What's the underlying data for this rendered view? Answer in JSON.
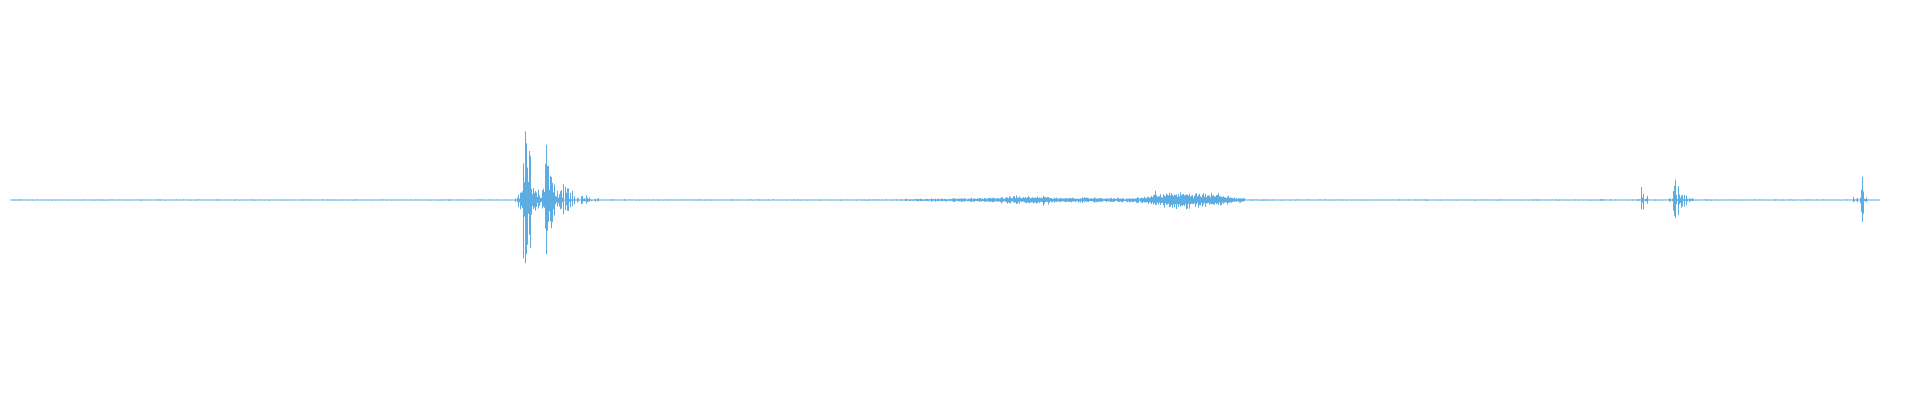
{
  "waveform": {
    "color": "#5dade2",
    "background": "#ffffff",
    "bursts": [
      {
        "t": 0.275,
        "peak": 0.95,
        "spread": 0.004,
        "density": 0.9
      },
      {
        "t": 0.286,
        "peak": 0.72,
        "spread": 0.003,
        "density": 0.8
      },
      {
        "t": 0.295,
        "peak": 0.18,
        "spread": 0.008,
        "density": 0.6
      },
      {
        "t": 0.55,
        "peak": 0.05,
        "spread": 0.02,
        "density": 0.5
      },
      {
        "t": 0.612,
        "peak": 0.07,
        "spread": 0.01,
        "density": 0.6
      },
      {
        "t": 0.625,
        "peak": 0.1,
        "spread": 0.008,
        "density": 0.6
      },
      {
        "t": 0.851,
        "peak": 0.08,
        "spread": 0.001,
        "density": 0.5
      },
      {
        "t": 0.872,
        "peak": 0.12,
        "spread": 0.003,
        "density": 0.6
      },
      {
        "t": 0.89,
        "peak": 0.35,
        "spread": 0.003,
        "density": 0.7
      },
      {
        "t": 0.986,
        "peak": 0.12,
        "spread": 0.001,
        "density": 0.6
      },
      {
        "t": 0.99,
        "peak": 0.3,
        "spread": 0.001,
        "density": 0.6
      }
    ],
    "bands": [
      {
        "start": 0.45,
        "end": 0.675,
        "level": 0.015
      },
      {
        "start": 0.52,
        "end": 0.565,
        "level": 0.025
      },
      {
        "start": 0.6,
        "end": 0.66,
        "level": 0.05
      }
    ],
    "noise_floor": 0.004
  }
}
